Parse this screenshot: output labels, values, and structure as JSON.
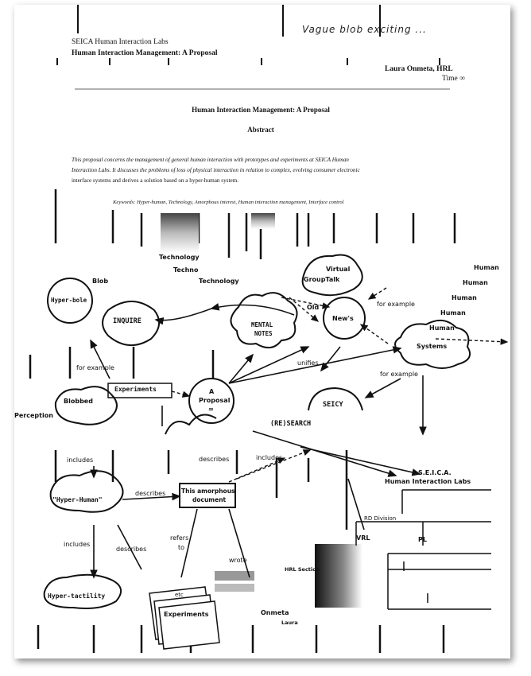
{
  "header": {
    "org": "SEICA Human Interaction Labs",
    "doc_title": "Human Interaction Management: A Proposal",
    "handwritten_note": "Vague blob exciting ...",
    "author": "Laura Onmeta, HRL",
    "time": "Time ∞"
  },
  "body": {
    "title": "Human Interaction Management: A Proposal",
    "abstract_heading": "Abstract",
    "abstract_line1": "This proposal concerns the management of general human interaction with prototypes and experiments at SEICA Human",
    "abstract_line2": "Interaction Labs. It discusses the problems of loss of physical interaction in relation to complex, evolving consumer electronic",
    "abstract_line3": "interface systems and derives a solution based on a hyper-human system.",
    "keywords": "Keywords: Hyper-human, Technology, Amorphous interest, Human interaction management, Interface control"
  },
  "diagram": {
    "technology": "Technology",
    "techno": "Techno",
    "technology2": "Technology",
    "virtual": "Virtual",
    "group_talk": "GroupTalk",
    "blob": "Blob",
    "hyper_bole": "Hyper-bole",
    "inquire": "INQUIRE",
    "mental_notes_1": "MENTAL",
    "mental_notes_2": "NOTES",
    "old": "Old",
    "news": "New's",
    "for_example_1": "for example",
    "for_example_2": "for example",
    "for_example_3": "for example",
    "human": [
      "Human",
      "Human",
      "Human",
      "Human",
      "Human"
    ],
    "systems": "Systems",
    "unifies": "unifies",
    "experiments_box": "Experiments",
    "proposal_1": "A",
    "proposal_2": "Proposal",
    "proposal_3": "∞",
    "blobbed": "Blobbed",
    "perception": "Perception",
    "seicy": "SEICY",
    "research": "(RE)SEARCH",
    "describes_1": "describes",
    "includes_1": "includes",
    "includes_2": "includes",
    "includes_3": "includes",
    "seica_labs_1": "S.E.I.C.A.",
    "seica_labs_2": "Human Interaction Labs",
    "hyper_human": "\"Hyper-Human\"",
    "describes_2": "describes",
    "amorphous_1": "This amorphous",
    "amorphous_2": "document",
    "rd_division": "RD Division",
    "vrl": "VRL",
    "pl": "PL",
    "describes_3": "describes",
    "refers_1": "refers",
    "refers_2": "to",
    "wrote": "wrote",
    "hrl_section": "HRL Section",
    "hyper_tactility": "Hyper-tactility",
    "etc": "etc",
    "experiments_stack": "Experiments",
    "onmeta": "Onmeta",
    "laura": "Laura"
  }
}
